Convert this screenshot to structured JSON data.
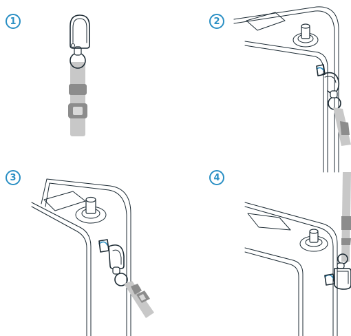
{
  "colors": {
    "accent": "#2a8fc4",
    "strap": "#c8c8c8",
    "slider": "#8c8c8c",
    "outline": "#1c2a33"
  },
  "steps": [
    {
      "label": "1"
    },
    {
      "label": "2"
    },
    {
      "label": "3"
    },
    {
      "label": "4"
    }
  ]
}
